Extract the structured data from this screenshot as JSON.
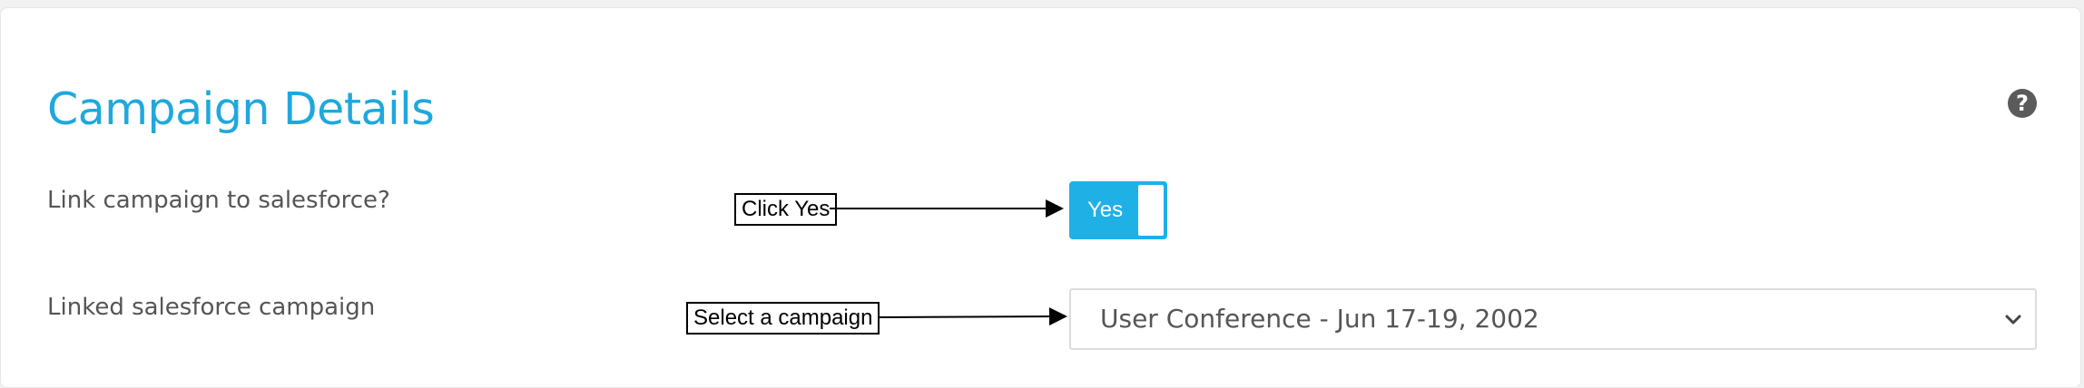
{
  "section": {
    "title": "Campaign Details",
    "help_icon": "question-circle-icon",
    "help_glyph": "?"
  },
  "rows": {
    "link_campaign": {
      "label": "Link campaign to salesforce?",
      "toggle_value": "Yes",
      "toggle_on": true
    },
    "linked_campaign": {
      "label": "Linked salesforce campaign",
      "selected_value": "User Conference - Jun 17-19, 2002"
    }
  },
  "annotations": {
    "click_yes": "Click Yes",
    "select_campaign": "Select a campaign"
  },
  "colors": {
    "accent": "#1fa8dd",
    "toggle_bg": "#1fb0e6",
    "text": "#555555"
  }
}
